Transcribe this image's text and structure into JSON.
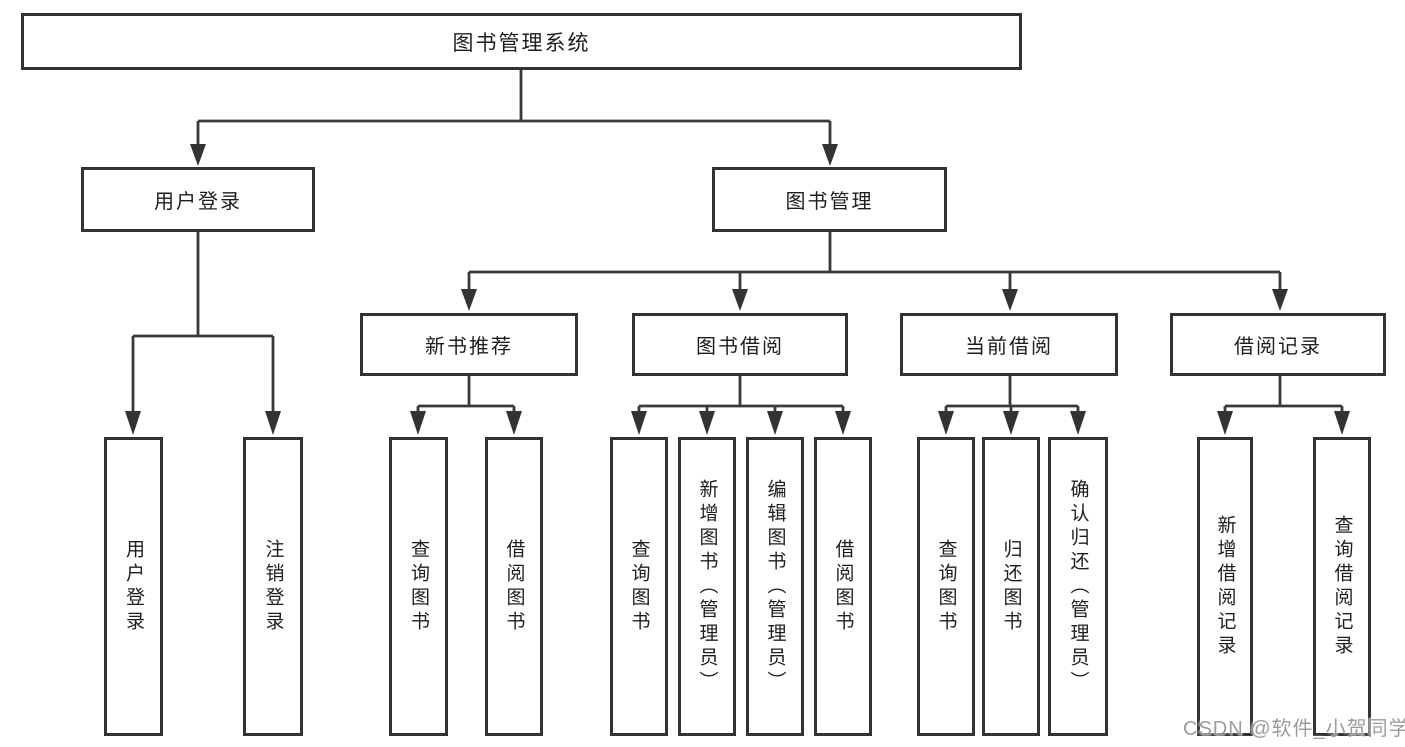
{
  "diagram_type": "tree",
  "root": {
    "label": "图书管理系统"
  },
  "branches": [
    {
      "label": "用户登录",
      "children": [
        {
          "label": "用户登录"
        },
        {
          "label": "注销登录"
        }
      ]
    },
    {
      "label": "图书管理",
      "children": [
        {
          "label": "新书推荐",
          "children": [
            {
              "label": "查询图书"
            },
            {
              "label": "借阅图书"
            }
          ]
        },
        {
          "label": "图书借阅",
          "children": [
            {
              "label": "查询图书"
            },
            {
              "label": "新增图书（管理员）"
            },
            {
              "label": "编辑图书（管理员）"
            },
            {
              "label": "借阅图书"
            }
          ]
        },
        {
          "label": "当前借阅",
          "children": [
            {
              "label": "查询图书"
            },
            {
              "label": "归还图书"
            },
            {
              "label": "确认归还（管理员）"
            }
          ]
        },
        {
          "label": "借阅记录",
          "children": [
            {
              "label": "新增借阅记录"
            },
            {
              "label": "查询借阅记录"
            }
          ]
        }
      ]
    }
  ],
  "watermark": "CSDN @软件_小贺同学",
  "colors": {
    "line": "#3a3a3a",
    "box_border": "#333333",
    "text": "#1e1e1e",
    "watermark": "#919191",
    "background": "#ffffff"
  }
}
